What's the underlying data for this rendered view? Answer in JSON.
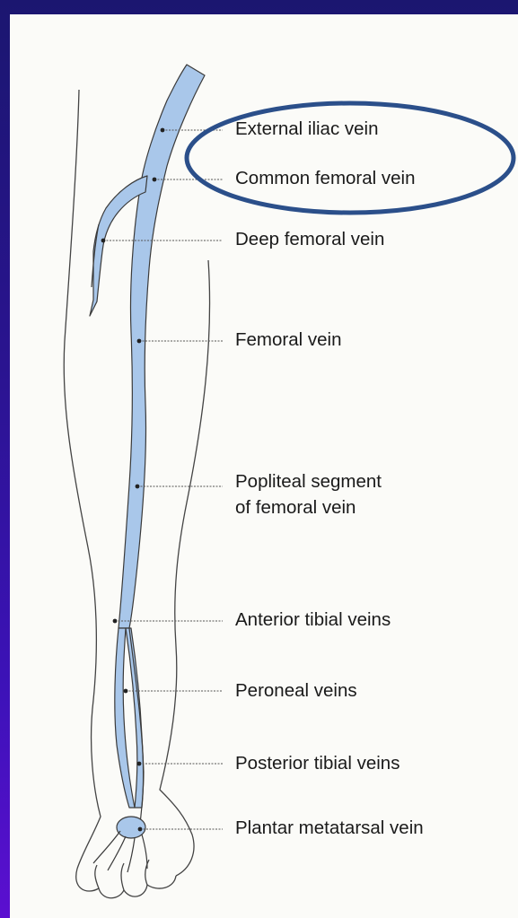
{
  "labels": {
    "external_iliac": "External iliac vein",
    "common_femoral": "Common femoral vein",
    "deep_femoral": "Deep femoral vein",
    "femoral": "Femoral vein",
    "popliteal_line1": "Popliteal segment",
    "popliteal_line2": "of femoral vein",
    "anterior_tibial": "Anterior tibial veins",
    "peroneal": "Peroneal veins",
    "posterior_tibial": "Posterior tibial veins",
    "plantar_metatarsal": "Plantar metatarsal vein"
  },
  "colors": {
    "background_gradient_top": "#1b1670",
    "background_gradient_bottom": "#5b0fd0",
    "panel": "#fbfbf8",
    "vein_fill": "#a9c7ea",
    "outline": "#333333",
    "highlight_ellipse": "#2b4f8a"
  }
}
